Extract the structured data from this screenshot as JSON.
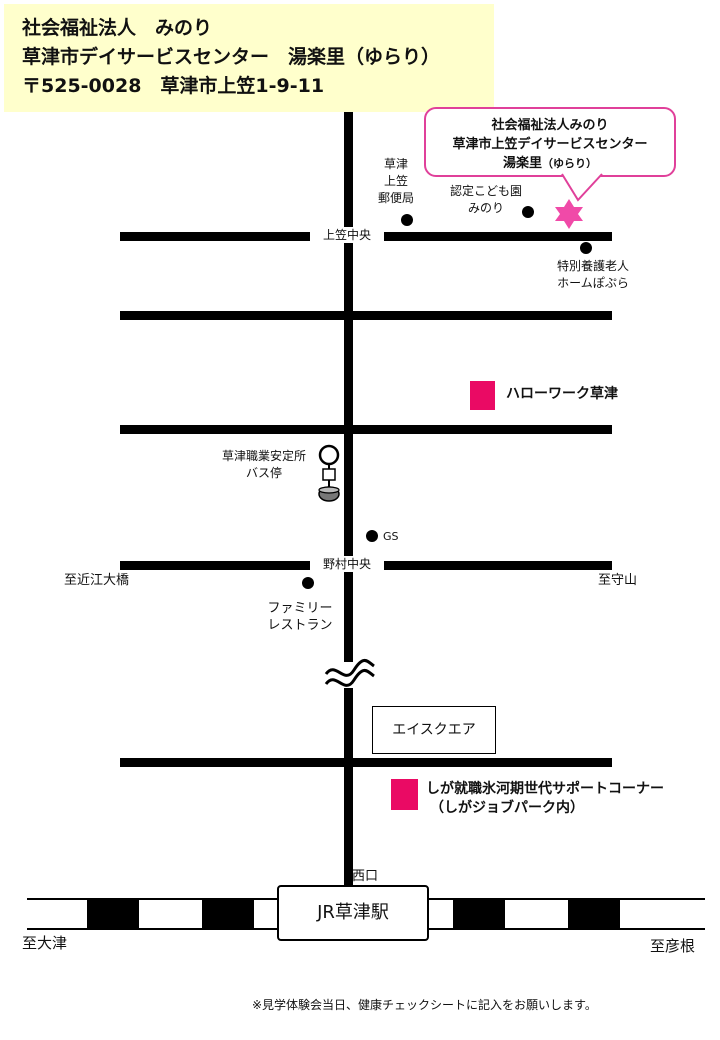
{
  "header": {
    "line1": "社会福祉法人　みのり",
    "line2": "草津市デイサービスセンター　湯楽里（ゆらり）",
    "line3": "〒525-0028　草津市上笠1-9-11"
  },
  "bubble": {
    "line1": "社会福祉法人みのり",
    "line2": "草津市上笠デイサービスセンター",
    "line3": "湯楽里",
    "line3_small": "（ゆらり）"
  },
  "landmarks": {
    "post_office": [
      "草津",
      "上笠",
      "郵便局"
    ],
    "nursery": [
      "認定こども園",
      "みのり"
    ],
    "nursing_home": [
      "特別養護老人",
      "ホームぽぷら"
    ],
    "hello_work": "ハローワーク草津",
    "bus_stop": [
      "草津職業安定所",
      "バス停"
    ],
    "gas_station": "GS",
    "family_restaurant": [
      "ファミリー",
      "レストラン"
    ],
    "a_square": "エイスクエア",
    "shiga_support": [
      "しが就職氷河期世代サポートコーナー",
      "（しがジョブパーク内）"
    ]
  },
  "intersections": {
    "kamigasa": "上笠中央",
    "nomura": "野村中央"
  },
  "directions": {
    "omi_bridge": "至近江大橋",
    "moriyama": "至守山",
    "otsu": "至大津",
    "hikone": "至彦根"
  },
  "station": {
    "name": "JR草津駅",
    "exit": "西口"
  },
  "colors": {
    "header_bg": "#ffffcc",
    "bubble_border": "#e0409a",
    "marker_pink": "#ea0a64",
    "star_pink": "#f04aa8"
  },
  "footnote": "※見学体験会当日、健康チェックシートに記入をお願いします。"
}
